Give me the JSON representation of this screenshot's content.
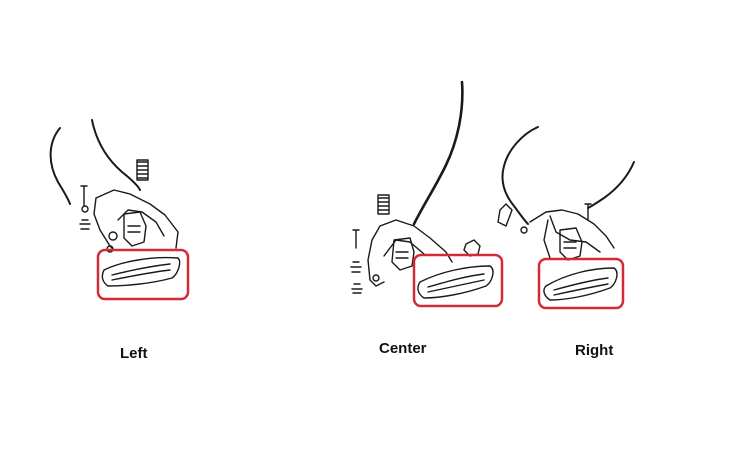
{
  "labels": {
    "left": "Left",
    "center": "Center",
    "right": "Right"
  },
  "colors": {
    "line": "#1a1a1a",
    "highlight": "#d42a35",
    "background": "#ffffff"
  }
}
